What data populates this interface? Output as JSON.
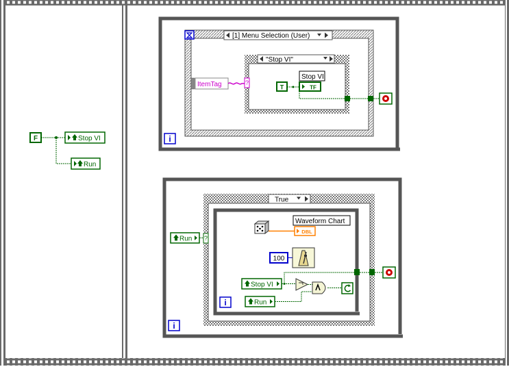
{
  "colors": {
    "boolean": "#006600",
    "numeric": "#0000cc",
    "string": "#cc00cc",
    "double": "#ff8000",
    "frame": "#555555",
    "stop": "#cc0000",
    "flat_frame_bg": "#ffffff"
  },
  "left_frame": {
    "false_constant": "F",
    "stop_local": "Stop VI",
    "run_local": "Run"
  },
  "event_loop": {
    "event_selector": "[1] Menu Selection (User)",
    "event_icon": "hourglass-icon",
    "item_tag_label": "ItemTag",
    "case_selector": "\"Stop VI\"",
    "true_constant": "T",
    "stop_indicator_label": "Stop VI",
    "stop_indicator_type": "TF",
    "iteration_icon": "i",
    "stop_icon": "stop-terminal-icon"
  },
  "chart_loop": {
    "run_local": "Run",
    "case_selector": "True",
    "random_icon": "dice-icon",
    "chart_label": "Waveform Chart",
    "chart_type": "DBL",
    "wait_constant": "100",
    "wait_icon": "metronome-icon",
    "stop_local": "Stop VI",
    "run_local_inner": "Run",
    "not_icon": "not-gate-icon",
    "and_icon": "and-gate-icon",
    "continue_icon": "continue-icon",
    "iteration_icon": "i",
    "stop_icon": "stop-terminal-icon"
  }
}
